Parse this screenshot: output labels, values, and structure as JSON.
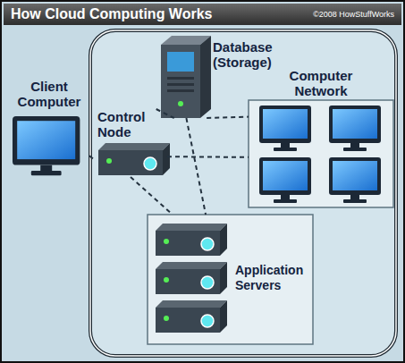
{
  "diagram": {
    "title": "How Cloud Computing Works",
    "nodes": [
      {
        "text": [
          "Client Computer"
        ]
      },
      {
        "text": [
          "Control Node"
        ]
      },
      {
        "text": [
          "Database (Storage)"
        ]
      },
      {
        "text": [
          "Computer Network"
        ]
      },
      {
        "text": [
          "Application Servers"
        ]
      }
    ],
    "edges": [
      {
        "from": 0,
        "to": 1,
        "arrow": "none"
      },
      {
        "from": 1,
        "to": 2,
        "arrow": "none"
      },
      {
        "from": 1,
        "to": 3,
        "arrow": "none"
      },
      {
        "from": 1,
        "to": 4,
        "arrow": "none"
      },
      {
        "from": 2,
        "to": 3,
        "arrow": "none"
      },
      {
        "from": 2,
        "to": 4,
        "arrow": "none"
      }
    ],
    "labels": [
      "©2008 HowStuffWorks"
    ]
  }
}
